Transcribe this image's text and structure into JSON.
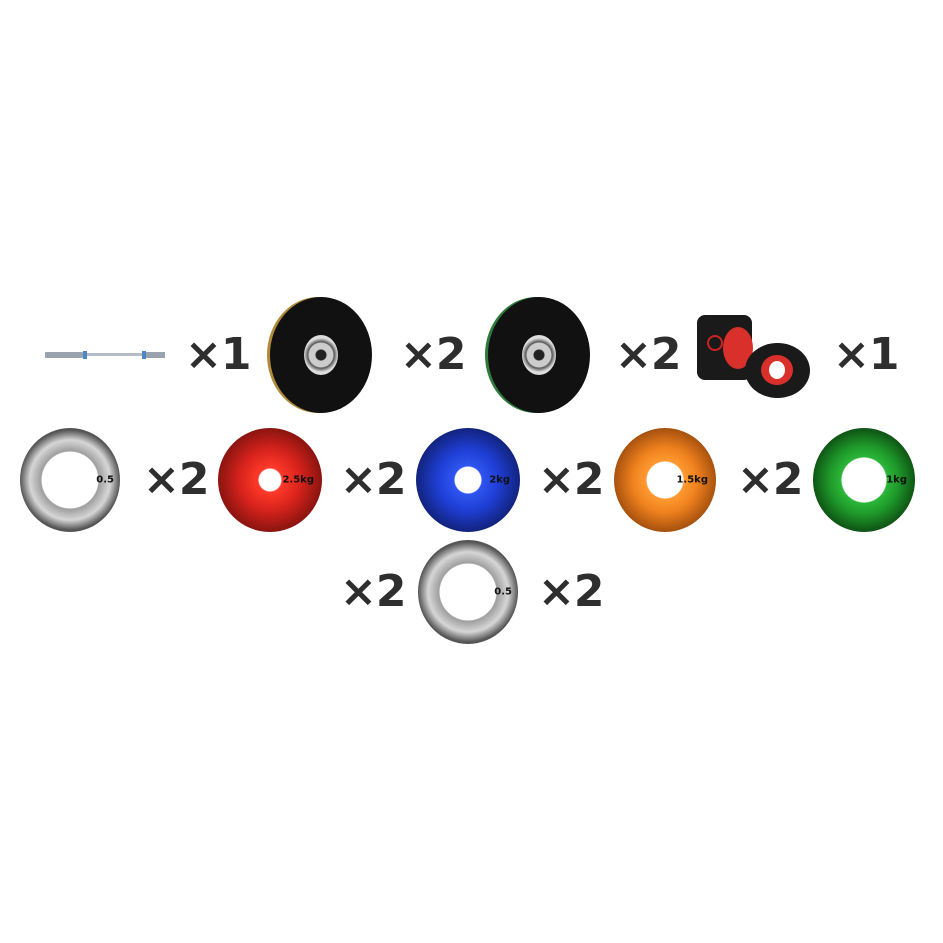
{
  "items": [
    {
      "name": "barbell",
      "quantity": "×1"
    },
    {
      "name": "black-bumper-plate",
      "quantity": "×2"
    },
    {
      "name": "black-bumper-plate-green-edge",
      "quantity": "×2"
    },
    {
      "name": "collars",
      "quantity": "×1"
    },
    {
      "name": "change-plate-grey",
      "label": "0.5",
      "quantity": "×2",
      "color": "#bdbdbd"
    },
    {
      "name": "change-plate-red",
      "label": "2.5kg",
      "quantity": "×2",
      "color": "#d8231c"
    },
    {
      "name": "change-plate-blue",
      "label": "2kg",
      "quantity": "×2",
      "color": "#1f3fd6"
    },
    {
      "name": "change-plate-orange",
      "label": "1.5kg",
      "quantity": "×2",
      "color": "#f0821e"
    },
    {
      "name": "change-plate-green",
      "label": "1kg",
      "color": "#1f9a2a"
    },
    {
      "name": "change-plate-grey-bottom",
      "label": "0.5",
      "quantity_left": "×2",
      "quantity_right": "×2",
      "color": "#bdbdbd"
    }
  ]
}
